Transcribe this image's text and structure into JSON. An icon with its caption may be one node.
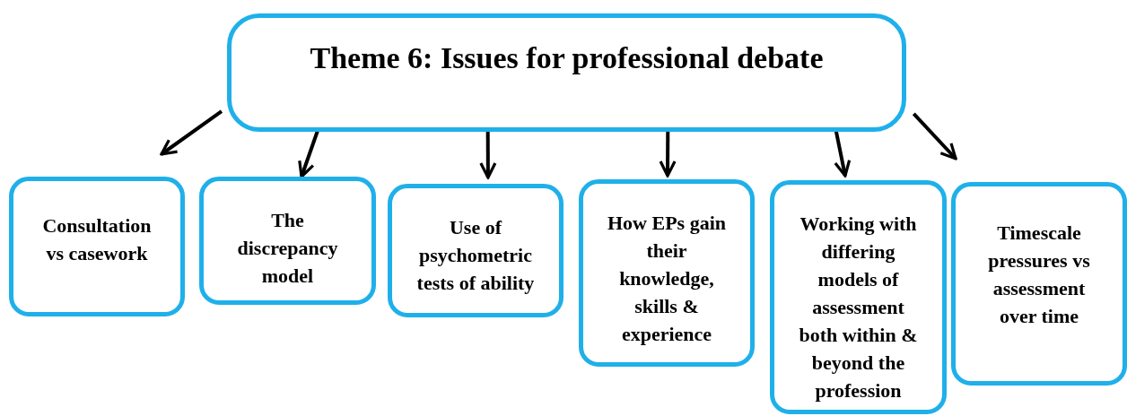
{
  "diagram": {
    "nodes": [
      {
        "text": [
          "Theme 6: Issues for professional debate"
        ]
      },
      {
        "text": [
          "Consultation vs casework"
        ]
      },
      {
        "text": [
          "The discrepancy model"
        ]
      },
      {
        "text": [
          "Use of psychometric tests of ability"
        ]
      },
      {
        "text": [
          "How EPs gain their knowledge, skills & experience"
        ]
      },
      {
        "text": [
          "Working with differing models of assessment both within & beyond the profession"
        ]
      },
      {
        "text": [
          "Timescale pressures vs assessment over time"
        ]
      }
    ],
    "edges": [
      {
        "from": 0,
        "to": 1,
        "arrow": "to"
      },
      {
        "from": 0,
        "to": 2,
        "arrow": "to"
      },
      {
        "from": 0,
        "to": 3,
        "arrow": "to"
      },
      {
        "from": 0,
        "to": 4,
        "arrow": "to"
      },
      {
        "from": 0,
        "to": 5,
        "arrow": "to"
      },
      {
        "from": 0,
        "to": 6,
        "arrow": "to"
      }
    ]
  }
}
